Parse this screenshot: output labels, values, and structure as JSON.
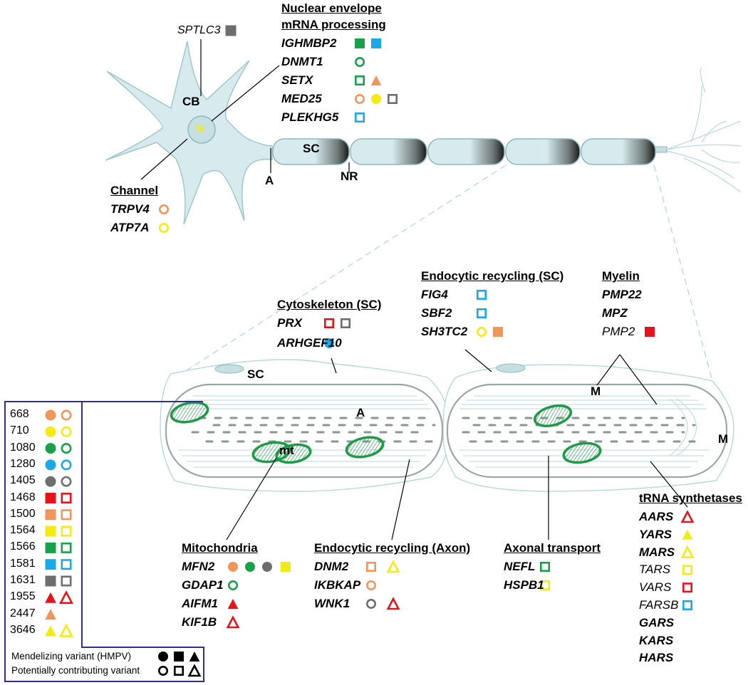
{
  "colors": {
    "orange": "#f0965a",
    "yellow": "#f5eb14",
    "green": "#19a04b",
    "blue": "#1aa9e6",
    "gray": "#6d6e70",
    "red": "#e4141c",
    "cell_fill": "#d7ebee",
    "cell_stroke": "#9fc7c9",
    "mito_green": "#1e9a46",
    "legend_border": "#2f2f8f"
  },
  "cell_labels": {
    "cb": "CB",
    "n": "N",
    "sc": "SC",
    "nr": "NR",
    "a": "A"
  },
  "detail_labels": {
    "sc": "SC",
    "a": "A",
    "mt": "mt",
    "m1": "M",
    "m2": "M"
  },
  "sptlc3": {
    "gene": "SPTLC3",
    "markers": [
      {
        "shape": "square",
        "fill": true,
        "color": "gray"
      }
    ]
  },
  "groups": [
    {
      "id": "nuclear",
      "title_lines": [
        "Nuclear envelope",
        "mRNA processing"
      ],
      "genes": [
        {
          "name": "IGHMBP2",
          "bold": true,
          "markers": [
            {
              "shape": "square",
              "fill": true,
              "color": "green"
            },
            {
              "shape": "square",
              "fill": true,
              "color": "blue"
            }
          ]
        },
        {
          "name": "DNMT1",
          "bold": true,
          "markers": [
            {
              "shape": "circle",
              "fill": false,
              "color": "green"
            }
          ]
        },
        {
          "name": "SETX",
          "bold": true,
          "markers": [
            {
              "shape": "square",
              "fill": false,
              "color": "green"
            },
            {
              "shape": "triangle",
              "fill": true,
              "color": "orange"
            }
          ]
        },
        {
          "name": "MED25",
          "bold": true,
          "markers": [
            {
              "shape": "circle",
              "fill": false,
              "color": "orange"
            },
            {
              "shape": "circle",
              "fill": true,
              "color": "yellow"
            },
            {
              "shape": "square",
              "fill": false,
              "color": "gray"
            }
          ]
        },
        {
          "name": "PLEKHG5",
          "bold": true,
          "markers": [
            {
              "shape": "square",
              "fill": false,
              "color": "blue"
            }
          ]
        }
      ]
    },
    {
      "id": "channel",
      "title_lines": [
        "Channel"
      ],
      "genes": [
        {
          "name": "TRPV4",
          "bold": true,
          "markers": [
            {
              "shape": "circle",
              "fill": false,
              "color": "orange"
            }
          ]
        },
        {
          "name": "ATP7A",
          "bold": true,
          "markers": [
            {
              "shape": "circle",
              "fill": false,
              "color": "yellow"
            }
          ]
        }
      ]
    },
    {
      "id": "cytoskeleton",
      "title_lines": [
        "Cytoskeleton (SC)"
      ],
      "genes": [
        {
          "name": "PRX",
          "bold": true,
          "markers": [
            {
              "shape": "square",
              "fill": false,
              "color": "red"
            },
            {
              "shape": "square",
              "fill": false,
              "color": "gray"
            }
          ]
        },
        {
          "name": "ARHGEF10",
          "bold": true,
          "markers": [
            {
              "shape": "circle",
              "fill": true,
              "color": "blue"
            }
          ]
        }
      ]
    },
    {
      "id": "endo_sc",
      "title_lines": [
        "Endocytic recycling (SC)"
      ],
      "genes": [
        {
          "name": "FIG4",
          "bold": true,
          "markers": [
            {
              "shape": "square",
              "fill": false,
              "color": "blue"
            }
          ]
        },
        {
          "name": "SBF2",
          "bold": true,
          "markers": [
            {
              "shape": "square",
              "fill": false,
              "color": "blue"
            }
          ]
        },
        {
          "name": "SH3TC2",
          "bold": true,
          "markers": [
            {
              "shape": "circle",
              "fill": false,
              "color": "yellow"
            },
            {
              "shape": "square",
              "fill": true,
              "color": "orange"
            }
          ]
        }
      ]
    },
    {
      "id": "myelin",
      "title_lines": [
        "Myelin"
      ],
      "genes": [
        {
          "name": "PMP22",
          "bold": true,
          "markers": []
        },
        {
          "name": "MPZ",
          "bold": true,
          "markers": []
        },
        {
          "name": "PMP2",
          "bold": false,
          "markers": [
            {
              "shape": "square",
              "fill": true,
              "color": "red"
            }
          ]
        }
      ]
    },
    {
      "id": "mito",
      "title_lines": [
        "Mitochondria"
      ],
      "genes": [
        {
          "name": "MFN2",
          "bold": true,
          "markers": [
            {
              "shape": "circle",
              "fill": true,
              "color": "orange"
            },
            {
              "shape": "circle",
              "fill": true,
              "color": "green"
            },
            {
              "shape": "circle",
              "fill": true,
              "color": "gray"
            },
            {
              "shape": "square",
              "fill": true,
              "color": "yellow"
            }
          ]
        },
        {
          "name": "GDAP1",
          "bold": true,
          "markers": [
            {
              "shape": "circle",
              "fill": false,
              "color": "green"
            }
          ]
        },
        {
          "name": "AIFM1",
          "bold": true,
          "markers": [
            {
              "shape": "triangle",
              "fill": true,
              "color": "red"
            }
          ]
        },
        {
          "name": "KIF1B",
          "bold": true,
          "markers": [
            {
              "shape": "triangle",
              "fill": false,
              "color": "red"
            }
          ]
        }
      ]
    },
    {
      "id": "endo_axon",
      "title_lines": [
        "Endocytic recycling (Axon)"
      ],
      "genes": [
        {
          "name": "DNM2",
          "bold": true,
          "markers": [
            {
              "shape": "square",
              "fill": false,
              "color": "orange"
            },
            {
              "shape": "triangle",
              "fill": false,
              "color": "yellow"
            }
          ]
        },
        {
          "name": "IKBKAP",
          "bold": true,
          "markers": [
            {
              "shape": "circle",
              "fill": false,
              "color": "orange"
            }
          ]
        },
        {
          "name": "WNK1",
          "bold": true,
          "markers": [
            {
              "shape": "circle",
              "fill": false,
              "color": "gray"
            },
            {
              "shape": "triangle",
              "fill": false,
              "color": "red"
            }
          ]
        }
      ]
    },
    {
      "id": "axonal",
      "title_lines": [
        "Axonal transport"
      ],
      "genes": [
        {
          "name": "NEFL",
          "bold": true,
          "markers": [
            {
              "shape": "square",
              "fill": false,
              "color": "green"
            }
          ]
        },
        {
          "name": "HSPB1",
          "bold": true,
          "markers": [
            {
              "shape": "square",
              "fill": false,
              "color": "yellow"
            }
          ]
        }
      ]
    },
    {
      "id": "trna",
      "title_lines": [
        "tRNA synthetases"
      ],
      "genes": [
        {
          "name": "AARS",
          "bold": true,
          "markers": [
            {
              "shape": "triangle",
              "fill": false,
              "color": "red"
            }
          ]
        },
        {
          "name": "YARS",
          "bold": true,
          "markers": [
            {
              "shape": "triangle",
              "fill": true,
              "color": "yellow"
            }
          ]
        },
        {
          "name": "MARS",
          "bold": true,
          "markers": [
            {
              "shape": "triangle",
              "fill": false,
              "color": "yellow"
            }
          ]
        },
        {
          "name": "TARS",
          "bold": false,
          "markers": [
            {
              "shape": "square",
              "fill": false,
              "color": "yellow"
            }
          ]
        },
        {
          "name": "VARS",
          "bold": false,
          "markers": [
            {
              "shape": "square",
              "fill": false,
              "color": "red"
            }
          ]
        },
        {
          "name": "FARSB",
          "bold": false,
          "markers": [
            {
              "shape": "square",
              "fill": false,
              "color": "blue"
            }
          ]
        },
        {
          "name": "GARS",
          "bold": true,
          "markers": []
        },
        {
          "name": "KARS",
          "bold": true,
          "markers": []
        },
        {
          "name": "HARS",
          "bold": true,
          "markers": []
        }
      ]
    }
  ],
  "legend": {
    "rows": [
      {
        "value": "668",
        "color": "orange",
        "shape": "circle"
      },
      {
        "value": "710",
        "color": "yellow",
        "shape": "circle"
      },
      {
        "value": "1080",
        "color": "green",
        "shape": "circle"
      },
      {
        "value": "1280",
        "color": "blue",
        "shape": "circle"
      },
      {
        "value": "1405",
        "color": "gray",
        "shape": "circle"
      },
      {
        "value": "1468",
        "color": "red",
        "shape": "square"
      },
      {
        "value": "1500",
        "color": "orange",
        "shape": "square"
      },
      {
        "value": "1564",
        "color": "yellow",
        "shape": "square"
      },
      {
        "value": "1566",
        "color": "green",
        "shape": "square"
      },
      {
        "value": "1581",
        "color": "blue",
        "shape": "square"
      },
      {
        "value": "1631",
        "color": "gray",
        "shape": "square"
      },
      {
        "value": "1955",
        "color": "red",
        "shape": "triangle"
      },
      {
        "value": "2447",
        "color": "orange",
        "shape": "triangle",
        "filled_only": true
      },
      {
        "value": "3646",
        "color": "yellow",
        "shape": "triangle"
      }
    ],
    "key_mendelizing": "Mendelizing variant (HMPV)",
    "key_contributing": "Potentially contributing variant"
  }
}
